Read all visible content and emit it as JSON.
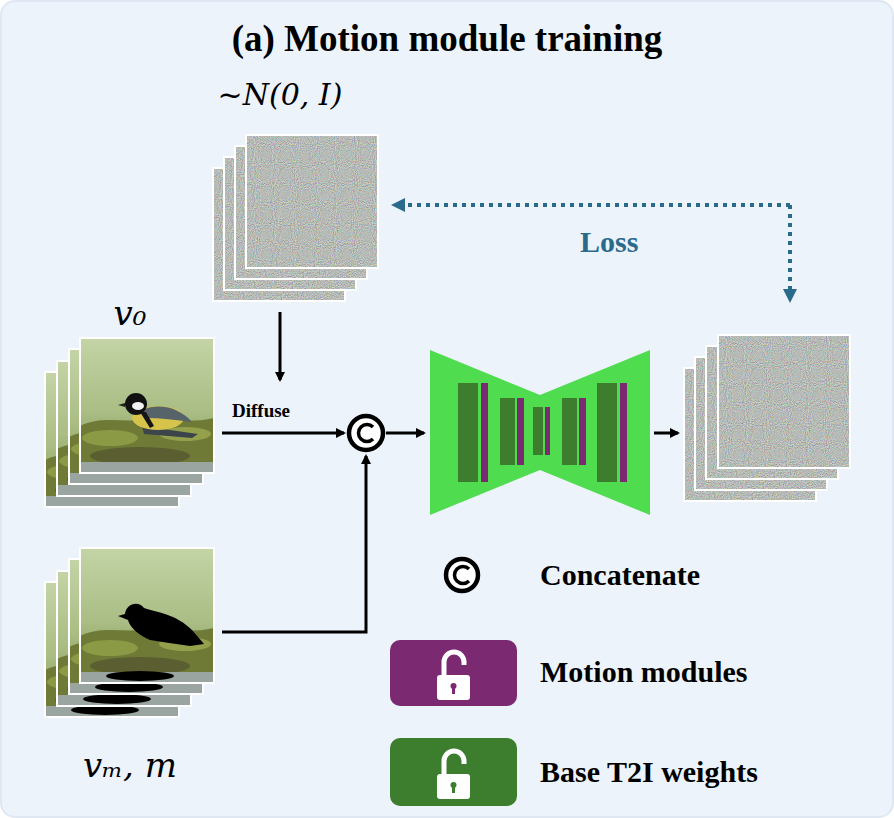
{
  "diagram": {
    "title": "(a) Motion module training",
    "nodes": [
      {
        "text": [
          "~N(0, I)"
        ]
      },
      {
        "text": [
          "v₀"
        ]
      },
      {
        "text": [
          "vₘ, m"
        ]
      }
    ],
    "labels": [
      "Loss",
      "Diffuse"
    ],
    "legend": [
      {
        "text": "Concatenate"
      },
      {
        "text": "Motion modules",
        "color": "#7b2a72"
      },
      {
        "text": "Base T2I weights",
        "color": "#3c7d2e"
      }
    ]
  }
}
